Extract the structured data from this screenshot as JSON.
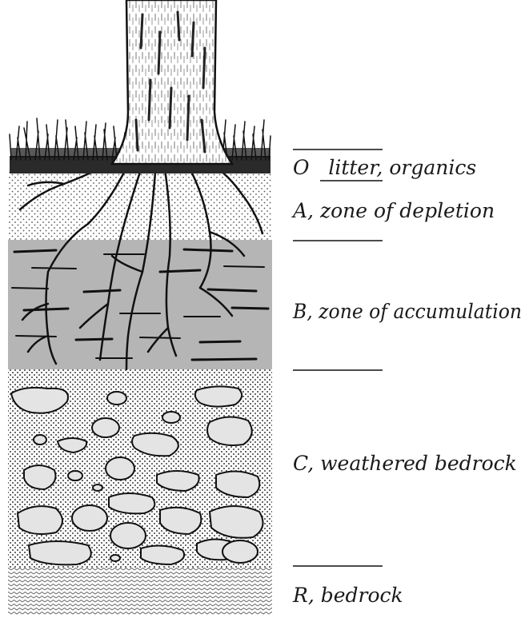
{
  "diagram": {
    "layers": [
      {
        "id": "O",
        "label": "O   litter, organics"
      },
      {
        "id": "A",
        "label": "A, zone of depletion"
      },
      {
        "id": "B",
        "label": "B, zone of accumulation"
      },
      {
        "id": "C",
        "label": "C, weathered bedrock"
      },
      {
        "id": "R",
        "label": "R, bedrock"
      }
    ],
    "colors": {
      "ink": "#111111",
      "b_horizon": "#b5b5b5",
      "dots": "#555555",
      "rock_fill": "#e4e4e4"
    }
  }
}
